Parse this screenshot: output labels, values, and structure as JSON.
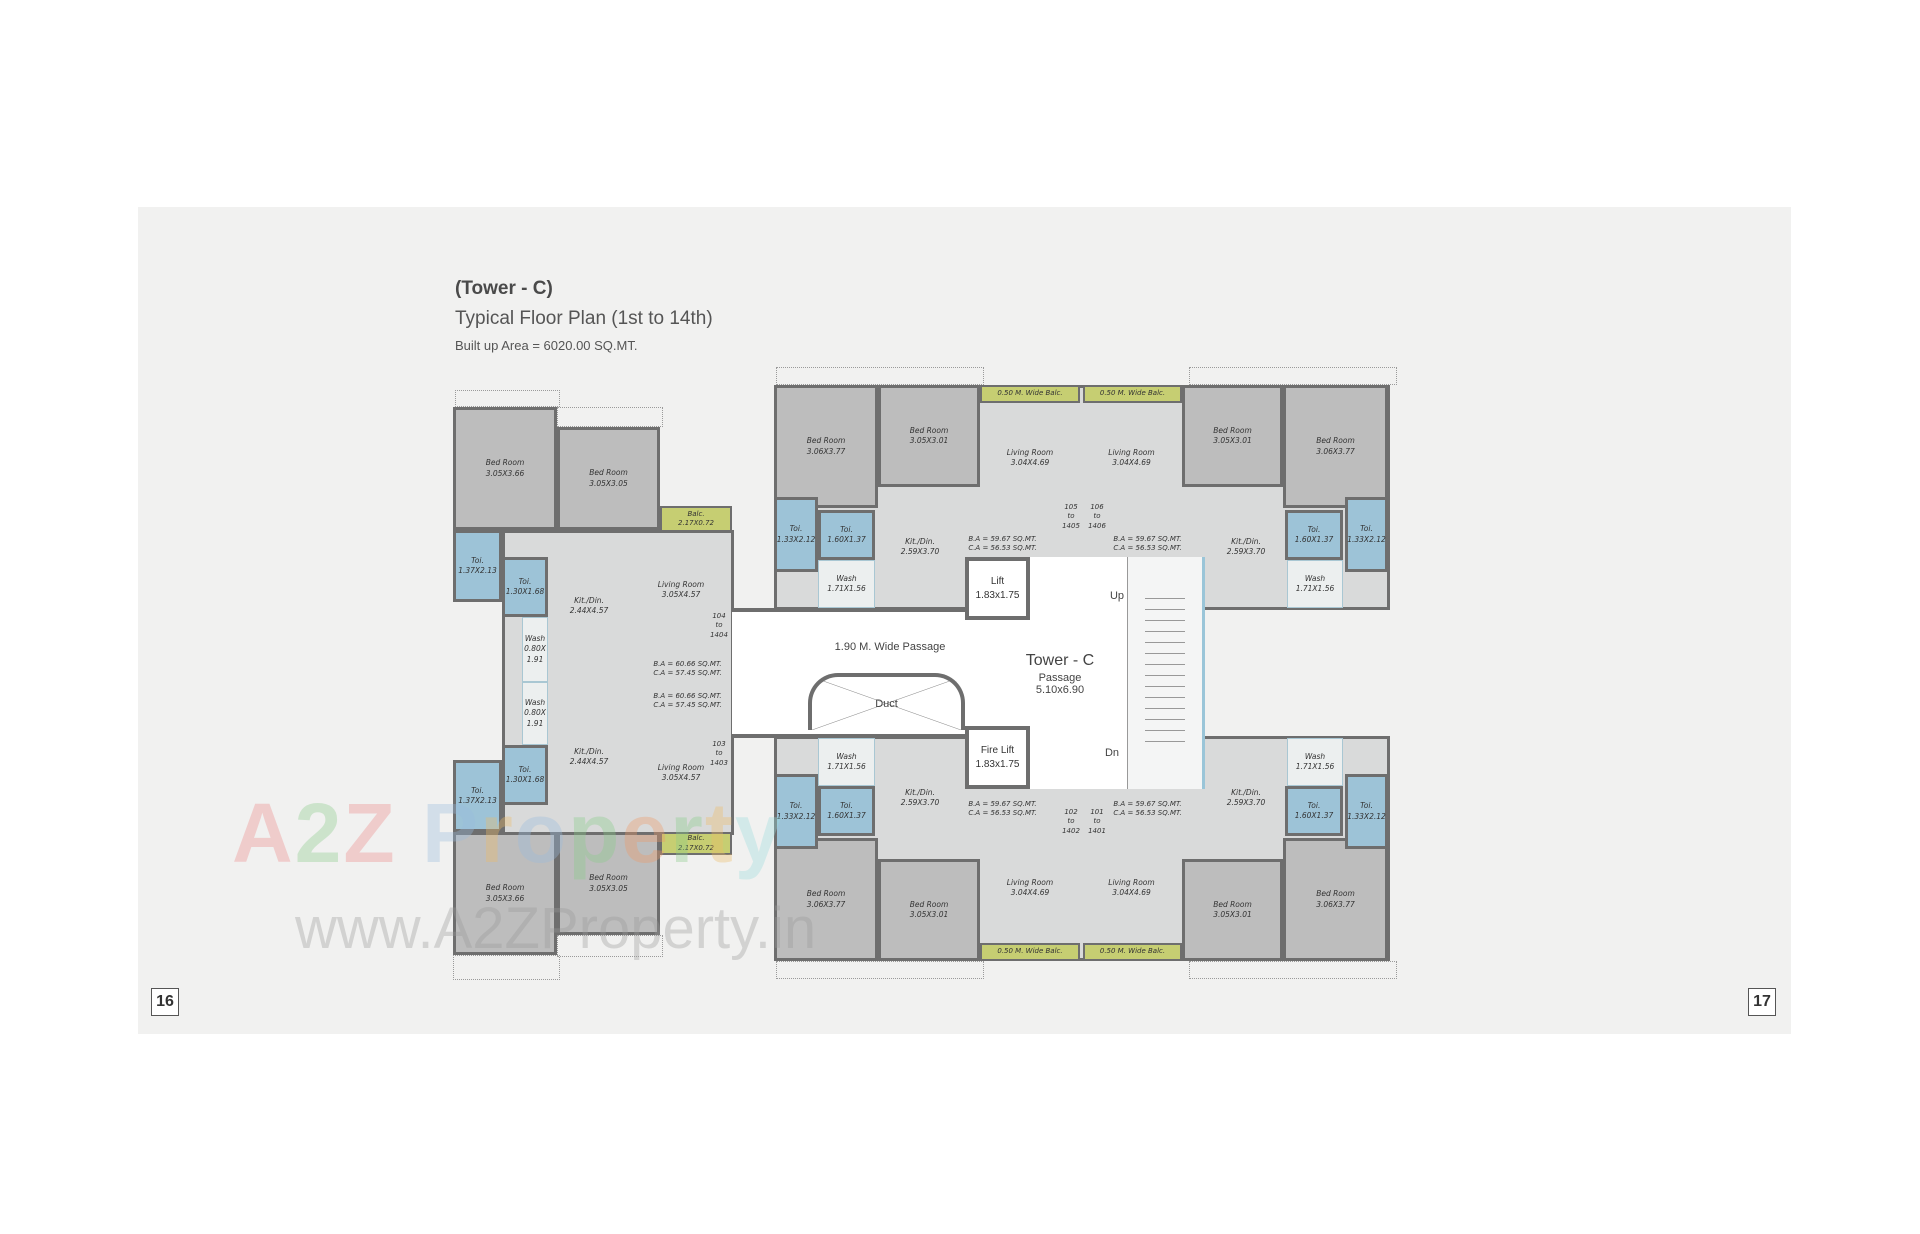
{
  "header": {
    "tower": "(Tower - C)",
    "subtitle": "Typical Floor Plan (1st to 14th)",
    "built_up": "Built up Area = 6020.00 SQ.MT."
  },
  "colors": {
    "bedroom": "#bdbdbd",
    "toilet": "#9dc3d7",
    "balcony": "#c6ce72",
    "hall": "#d9dada",
    "wall": "#6e6e6e"
  },
  "units": [
    {
      "no": [
        "104",
        "to",
        "1404"
      ],
      "ba": "B.A = 60.66 SQ.MT.",
      "ca": "C.A = 57.45 SQ.MT.",
      "rooms": [
        [
          "Bed Room",
          "3.05X3.66"
        ],
        [
          "Bed Room",
          "3.05X3.05"
        ],
        [
          "Balc.",
          "2.17X0.72"
        ],
        [
          "Toi.",
          "1.37X2.13"
        ],
        [
          "Toi.",
          "1.30X1.68"
        ],
        [
          "Wash",
          "0.80X 1.91"
        ],
        [
          "Kit./Din.",
          "2.44X4.57"
        ],
        [
          "Living Room",
          "3.05X4.57"
        ]
      ]
    },
    {
      "no": [
        "103",
        "to",
        "1403"
      ],
      "ba": "B.A = 60.66 SQ.MT.",
      "ca": "C.A = 57.45 SQ.MT.",
      "rooms": [
        [
          "Bed Room",
          "3.05X3.66"
        ],
        [
          "Bed Room",
          "3.05X3.05"
        ],
        [
          "Balc.",
          "2.17X0.72"
        ],
        [
          "Toi.",
          "1.37X2.13"
        ],
        [
          "Toi.",
          "1.30X1.68"
        ],
        [
          "Wash",
          "0.80X 1.91"
        ],
        [
          "Kit./Din.",
          "2.44X4.57"
        ],
        [
          "Living Room",
          "3.05X4.57"
        ]
      ]
    },
    {
      "no": [
        "105",
        "to",
        "1405"
      ],
      "ba": "B.A = 59.67 SQ.MT.",
      "ca": "C.A = 56.53 SQ.MT.",
      "rooms": [
        [
          "Bed Room",
          "3.06X3.77"
        ],
        [
          "Bed Room",
          "3.05X3.01"
        ],
        [
          "Toi.",
          "1.33X2.12"
        ],
        [
          "Toi.",
          "1.60X1.37"
        ],
        [
          "Wash",
          "1.71X1.56"
        ],
        [
          "Kit./Din.",
          "2.59X3.70"
        ],
        [
          "Living Room",
          "3.04X4.69"
        ],
        [
          "0.50 M. Wide Balc.",
          ""
        ]
      ]
    },
    {
      "no": [
        "106",
        "to",
        "1406"
      ],
      "ba": "B.A = 59.67 SQ.MT.",
      "ca": "C.A = 56.53 SQ.MT.",
      "rooms": [
        [
          "Bed Room",
          "3.06X3.77"
        ],
        [
          "Bed Room",
          "3.05X3.01"
        ],
        [
          "Toi.",
          "1.33X2.12"
        ],
        [
          "Toi.",
          "1.60X1.37"
        ],
        [
          "Wash",
          "1.71X1.56"
        ],
        [
          "Kit./Din.",
          "2.59X3.70"
        ],
        [
          "Living Room",
          "3.04X4.69"
        ],
        [
          "0.50 M. Wide Balc.",
          ""
        ]
      ]
    },
    {
      "no": [
        "102",
        "to",
        "1402"
      ],
      "ba": "B.A = 59.67 SQ.MT.",
      "ca": "C.A = 56.53 SQ.MT.",
      "rooms": [
        [
          "Bed Room",
          "3.06X3.77"
        ],
        [
          "Bed Room",
          "3.05X3.01"
        ],
        [
          "Toi.",
          "1.33X2.12"
        ],
        [
          "Toi.",
          "1.60X1.37"
        ],
        [
          "Wash",
          "1.71X1.56"
        ],
        [
          "Kit./Din.",
          "2.59X3.70"
        ],
        [
          "Living Room",
          "3.04X4.69"
        ],
        [
          "0.50 M. Wide Balc.",
          ""
        ]
      ]
    },
    {
      "no": [
        "101",
        "to",
        "1401"
      ],
      "ba": "B.A = 59.67 SQ.MT.",
      "ca": "C.A = 56.53 SQ.MT.",
      "rooms": [
        [
          "Bed Room",
          "3.06X3.77"
        ],
        [
          "Bed Room",
          "3.05X3.01"
        ],
        [
          "Toi.",
          "1.33X2.12"
        ],
        [
          "Toi.",
          "1.60X1.37"
        ],
        [
          "Wash",
          "1.71X1.56"
        ],
        [
          "Kit./Din.",
          "2.59X3.70"
        ],
        [
          "Living Room",
          "3.04X4.69"
        ],
        [
          "0.50 M. Wide Balc.",
          ""
        ]
      ]
    }
  ],
  "core": {
    "lift": [
      "Lift",
      "1.83x1.75"
    ],
    "fire_lift": [
      "Fire Lift",
      "1.83x1.75"
    ],
    "passage_wide": "1.90 M. Wide Passage",
    "duct": "Duct",
    "tower_label": "Tower - C",
    "passage": "Passage",
    "passage_size": "5.10x6.90",
    "up": "Up",
    "dn": "Dn"
  },
  "watermark": {
    "logo": "A2Z Property",
    "url": "www.A2ZProperty.in"
  },
  "pages": {
    "left": "16",
    "right": "17"
  }
}
